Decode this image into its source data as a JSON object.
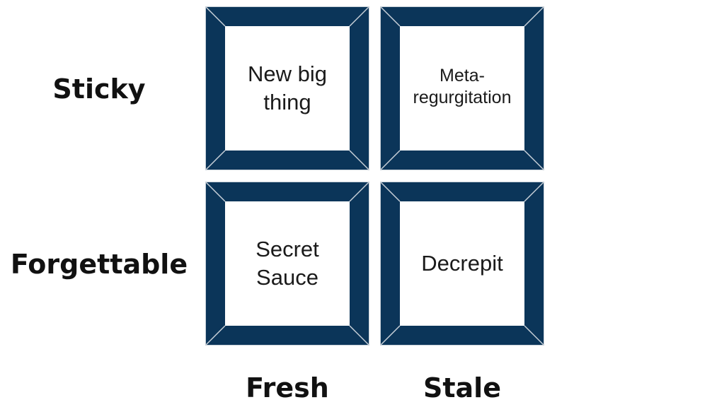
{
  "rows": [
    {
      "label": "Sticky"
    },
    {
      "label": "Forgettable"
    }
  ],
  "columns": [
    {
      "label": "Fresh"
    },
    {
      "label": "Stale"
    }
  ],
  "cells": {
    "sticky_fresh": {
      "line1": "New big",
      "line2": "thing"
    },
    "sticky_stale": {
      "line1": "Meta-",
      "line2": "regurgitation"
    },
    "forgettable_fresh": {
      "line1": "Secret",
      "line2": "Sauce"
    },
    "forgettable_stale": {
      "line1": "Decrepit"
    }
  },
  "colors": {
    "frame": "#0b3559",
    "frame_edge": "#c8d0d8"
  }
}
